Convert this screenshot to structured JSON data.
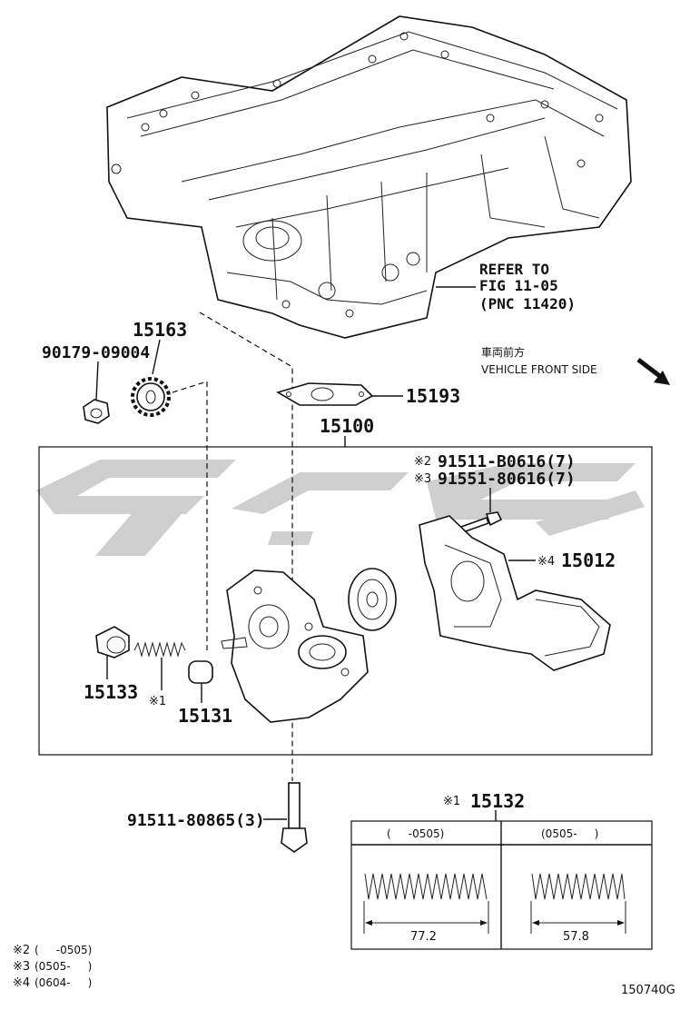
{
  "refer_note": {
    "line1": "REFER TO",
    "line2": "FIG 11-05",
    "line3": "(PNC 11420)"
  },
  "front": {
    "jp": "車両前方",
    "en": "VEHICLE FRONT SIDE"
  },
  "parts": {
    "p15163": "15163",
    "p90179": "90179-09004",
    "p15193": "15193",
    "p15100": "15100",
    "bolt_a_mark": "※2",
    "bolt_a": "91511-B0616(7)",
    "bolt_b_mark": "※3",
    "bolt_b": "91551-80616(7)",
    "strainer_mark": "※4",
    "p15012": "15012",
    "p15133": "15133",
    "spring_mark": "※1",
    "p15131": "15131",
    "bolt_main": "91511-80865(3)"
  },
  "spring_table": {
    "mark": "※1",
    "part": "15132",
    "col1_header": "(     -0505)",
    "col2_header": "(0505-     )",
    "col1_length": "77.2",
    "col2_length": "57.8"
  },
  "footnotes": [
    {
      "mark": "※2",
      "text": "(     -0505)"
    },
    {
      "mark": "※3",
      "text": "(0505-     )"
    },
    {
      "mark": "※4",
      "text": "(0604-     )"
    }
  ],
  "figure_id": "150740G",
  "colors": {
    "watermark": "#cfcfcf",
    "ink": "#111111"
  }
}
